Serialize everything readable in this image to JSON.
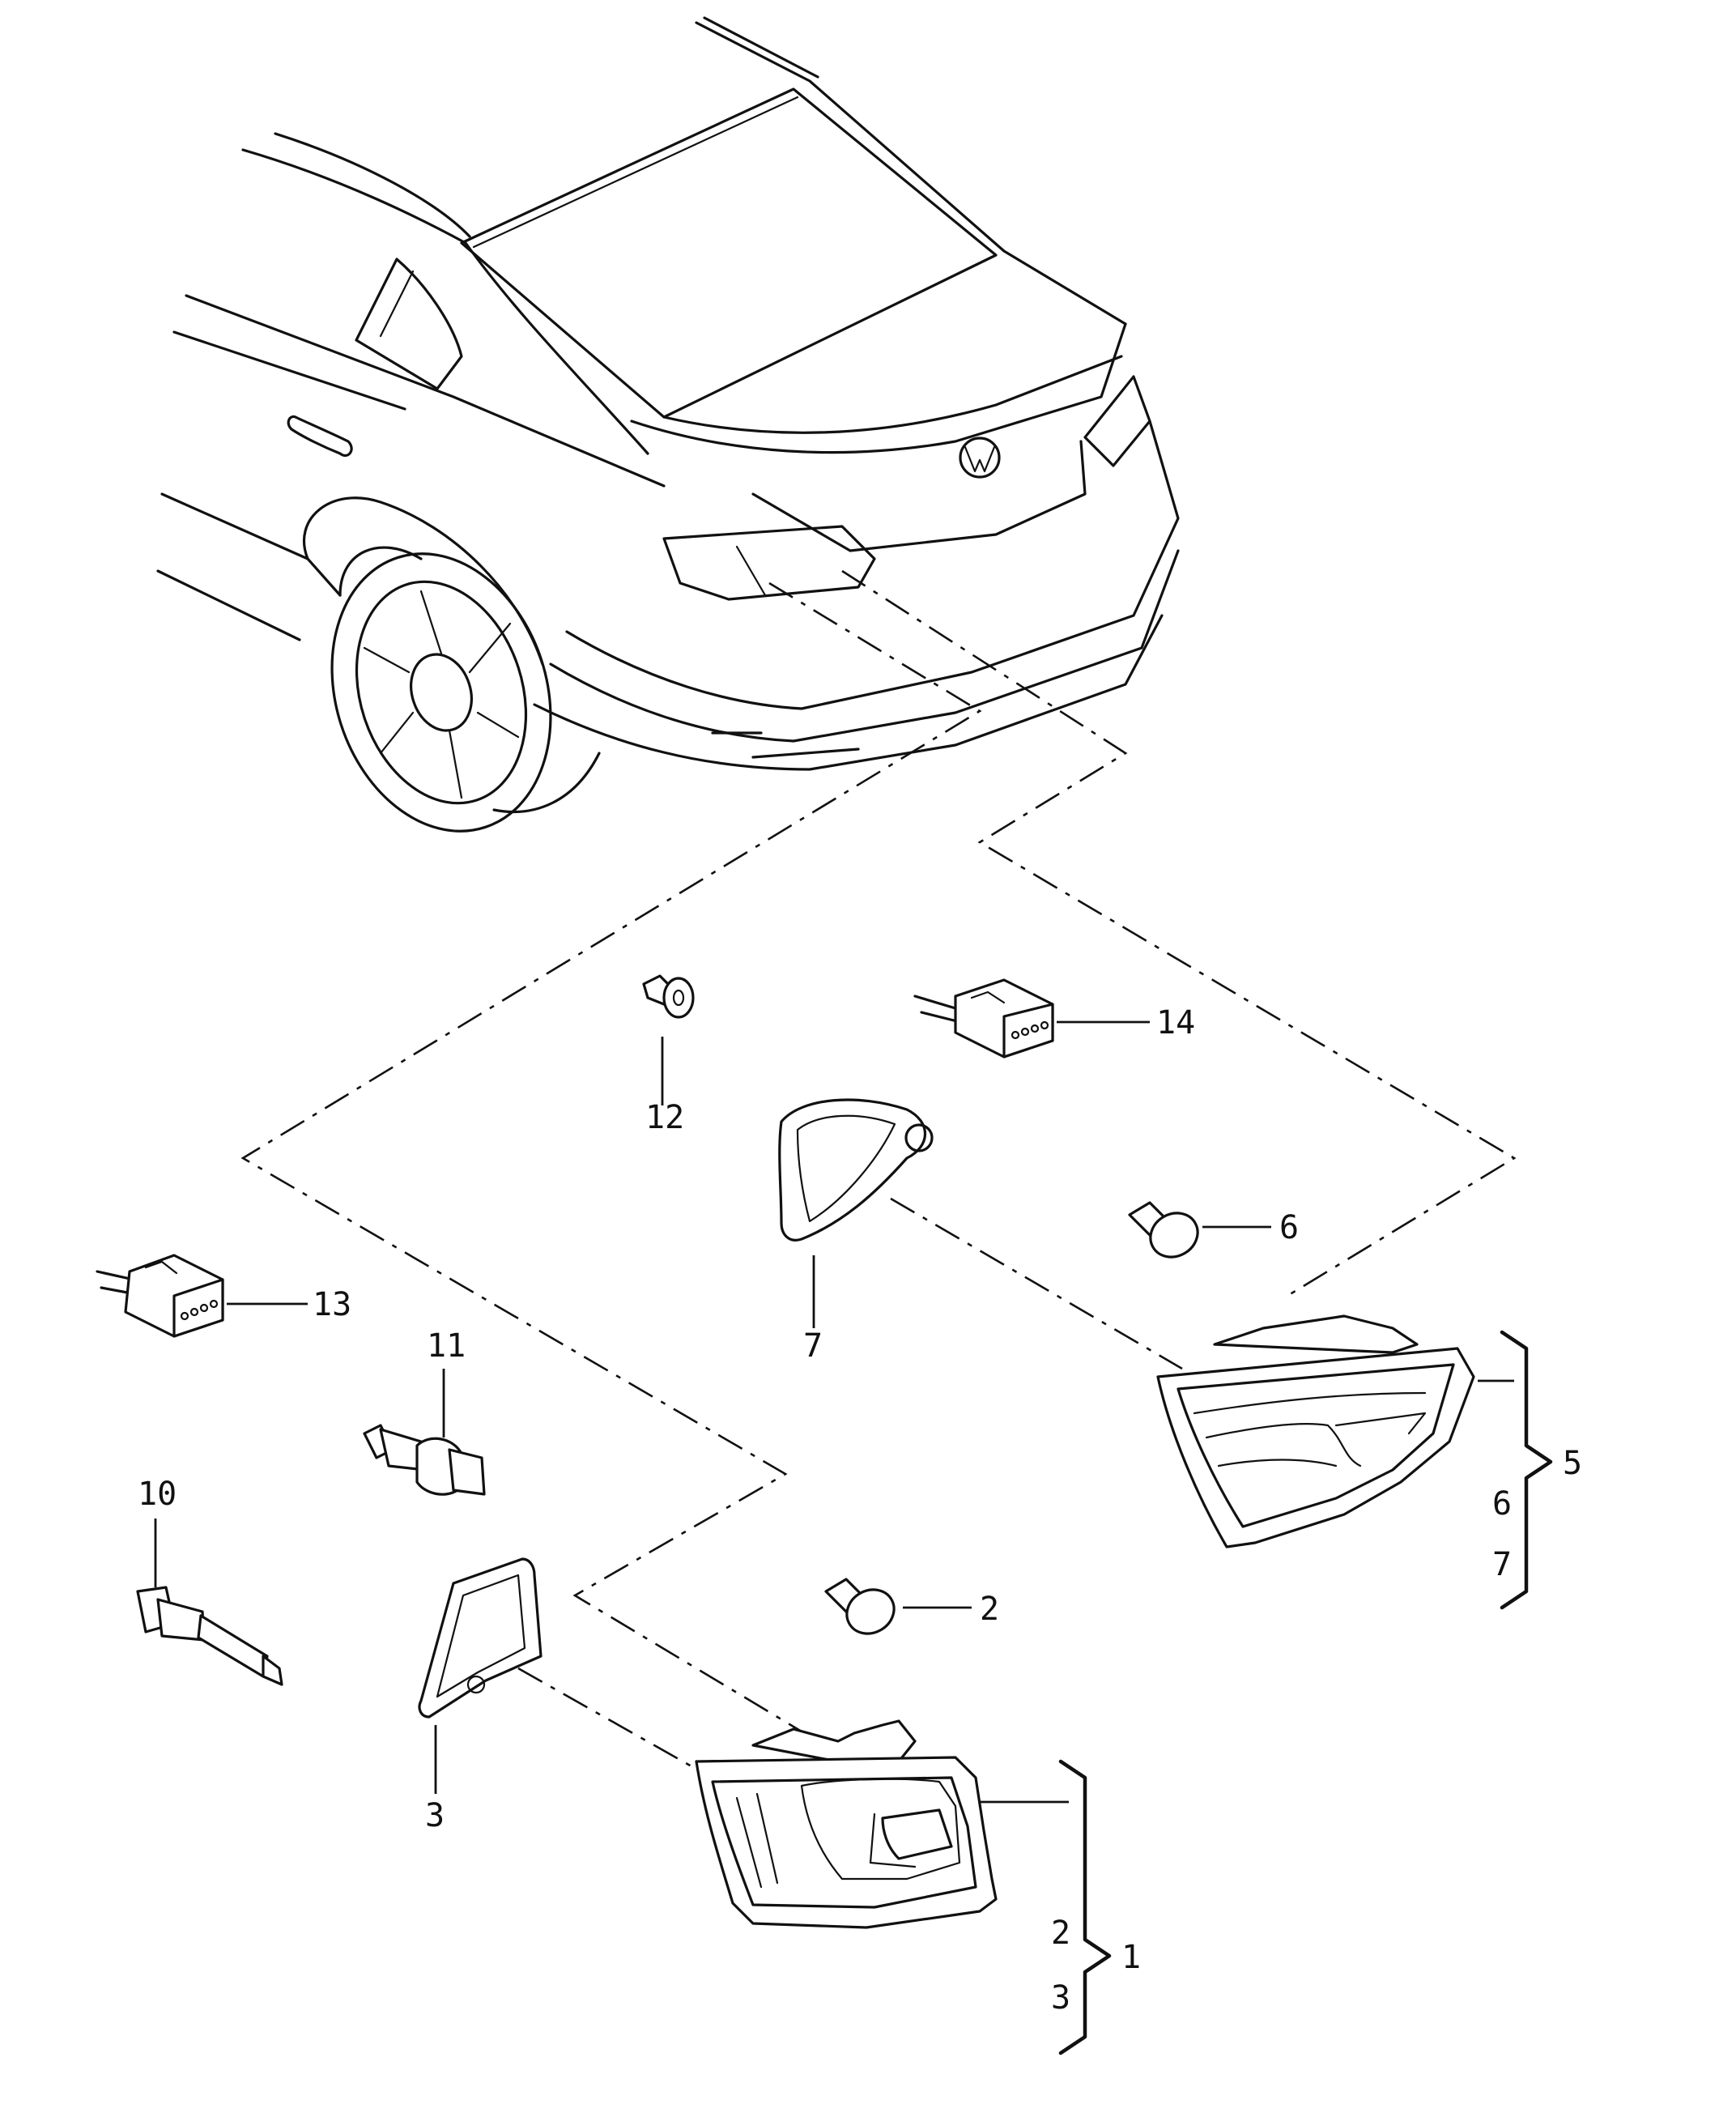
{
  "callouts": {
    "c1": "1",
    "c2": "2",
    "c3": "3",
    "c5": "5",
    "c6": "6",
    "c7": "7",
    "c10": "10",
    "c11": "11",
    "c12": "12",
    "c13": "13",
    "c14": "14"
  },
  "groups": {
    "outer_lamp": {
      "main": "1",
      "sub1": "2",
      "sub2": "3"
    },
    "inner_lamp": {
      "main": "5",
      "sub1": "6",
      "sub2": "7"
    }
  }
}
